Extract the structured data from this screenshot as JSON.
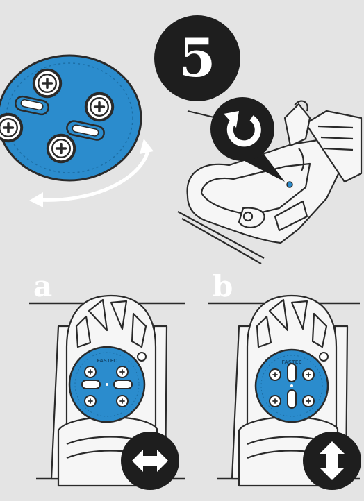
{
  "step": {
    "number": "5"
  },
  "panels": [
    {
      "label": "a",
      "disc_text": "FASTEC",
      "adjustment": "horizontal"
    },
    {
      "label": "b",
      "disc_text": "FASTEC",
      "adjustment": "vertical"
    }
  ],
  "colors": {
    "background": "#e4e4e4",
    "disc_blue": "#2b8ccd",
    "badge": "#1e1e1e",
    "line": "#2a2a2a",
    "white": "#ffffff"
  },
  "icons": [
    "rotate-icon",
    "rotation-arrow-icon",
    "horizontal-arrows-icon",
    "vertical-arrows-icon",
    "screw-icon"
  ]
}
